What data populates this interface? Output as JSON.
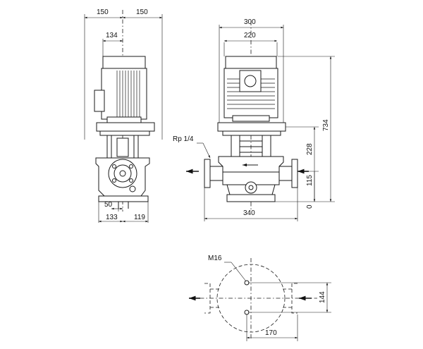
{
  "front_view": {
    "dims": {
      "half_width_left": "150",
      "half_width_right": "150",
      "motor_width": "134",
      "shaft_offset": "50",
      "base_left": "133",
      "base_right": "119"
    }
  },
  "side_view": {
    "dims": {
      "overall_width": "300",
      "motor_width": "220",
      "port_to_port": "340",
      "total_height": "734",
      "height_to_flange": "228",
      "pipe_center_height": "115",
      "base_zero": "0"
    },
    "thread_label": "Rp 1/4"
  },
  "top_view": {
    "bolt_label": "M16",
    "bolt_spacing": "144",
    "bolt_distance": "170"
  },
  "colors": {
    "line": "#1a1a1a",
    "fill": "#f2f2f2"
  }
}
